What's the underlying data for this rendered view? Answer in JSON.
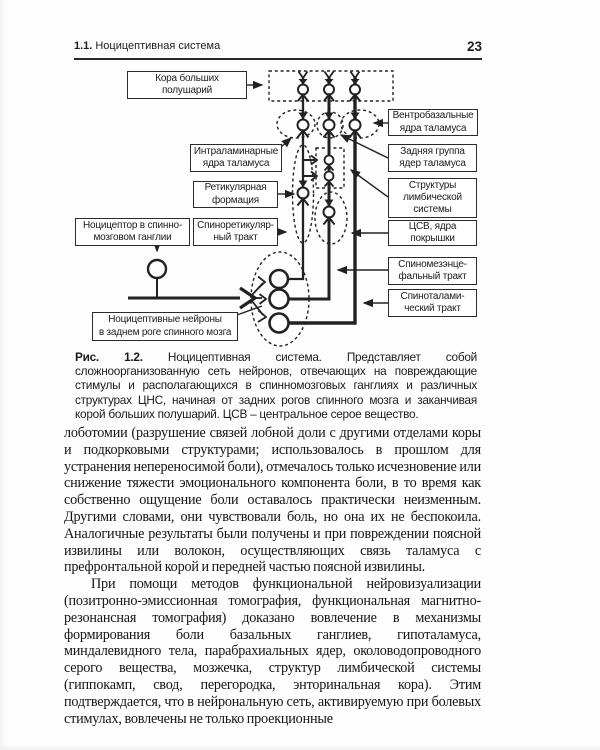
{
  "header": {
    "section": "1.1.",
    "title": "Ноцицептивная система",
    "page_number": "23"
  },
  "diagram": {
    "boxes": [
      {
        "id": "cortex",
        "label": "Кора больших\nполушарий"
      },
      {
        "id": "intralaminar",
        "label": "Интраламинарные\nядра таламуса"
      },
      {
        "id": "reticular",
        "label": "Ретикулярная\nформация"
      },
      {
        "id": "nociceptor",
        "label": "Ноцицептор в спинно-\nмозговом ганглии"
      },
      {
        "id": "spinoreticular",
        "label": "Спиноретикуляр-\nный тракт"
      },
      {
        "id": "dorsal-horn",
        "label": "Ноцицептивные нейроны\nв заднем роге спинного мозга"
      },
      {
        "id": "ventrobasal",
        "label": "Вентробазальные\nядра таламуса"
      },
      {
        "id": "posterior-group",
        "label": "Задняя группа\nядер таламуса"
      },
      {
        "id": "limbic-structures",
        "label": "Структуры\nлимбической\nсистемы"
      },
      {
        "id": "csv-tegmentum",
        "label": "ЦСВ, ядра\nпокрышки"
      },
      {
        "id": "spinomesencephalic",
        "label": "Спиномезэнце-\nфальный тракт"
      },
      {
        "id": "spinothalamic",
        "label": "Спиноталами-\nческий тракт"
      }
    ]
  },
  "caption": {
    "figure_label": "Рис. 1.2.",
    "text": "Ноцицептивная система. Представляет собой сложноорганизованную сеть нейронов, отвечающих на повреждающие стимулы и располагающихся в спинномозговых ганглиях и различных структурах ЦНС, начиная от задних рогов спинного мозга и заканчивая корой больших полушарий. ЦСВ – центральное серое вещество."
  },
  "body": {
    "paragraph1": "лоботомии (разрушение связей лобной доли с другими отделами коры и подкорковыми структурами; использовалось в прошлом для устранения непереносимой боли), отмечалось только исчезновение или снижение тяжести эмоционального компонента боли, в то время как собственно ощущение боли оставалось практически неизменным. Другими словами, они чувствовали боль, но она их не беспокоила. Аналогичные результаты были получены и при повреждении поясной извилины или волокон, осуществляющих связь таламуса с префронтальной корой и передней частью поясной извилины.",
    "paragraph2": "При помощи методов функциональной нейровизуализации (позитронно-эмиссионная томография, функциональная магнитно-резонансная томография) доказано вовлечение в механизмы формирования боли базальных ганглиев, гипоталамуса, миндалевидного тела, парабрахиальных ядер, околоводопроводного серого вещества, мозжечка, структур лимбической системы (гиппокамп, свод, перегородка, энторинальная кора). Этим подтверждается, что в нейрональную сеть, активируемую при болевых стимулах, вовлечены не только проекционные"
  },
  "colors": {
    "ink": "#1d1d1d",
    "paper": "#fefefe"
  }
}
